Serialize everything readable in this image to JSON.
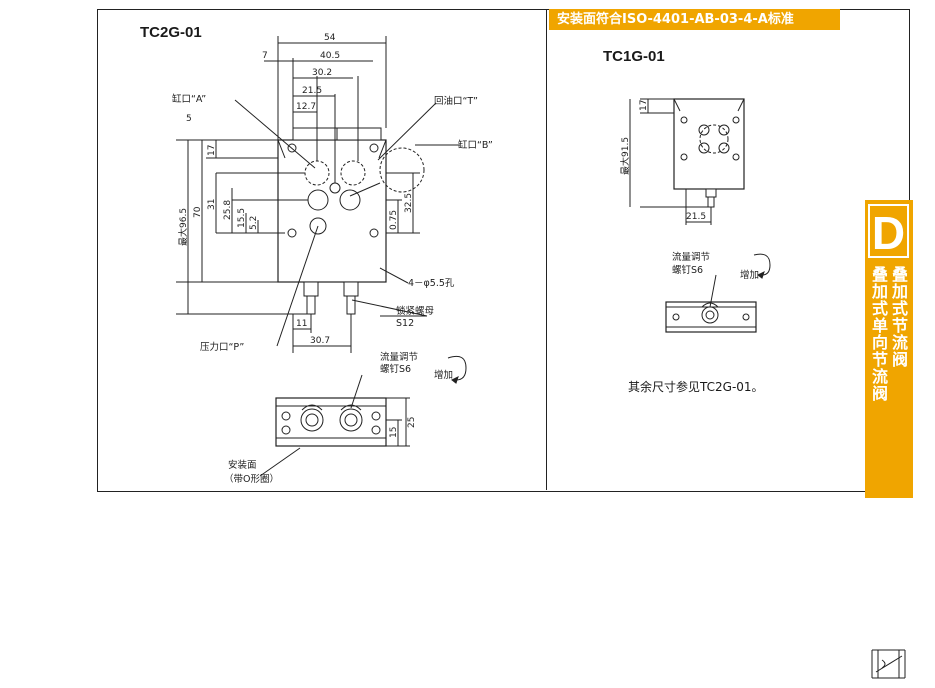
{
  "header": {
    "standard_banner": "安装面符合ISO-4401-AB-03-4-A标准"
  },
  "tc2g": {
    "title": "TC2G-01",
    "dims_top": [
      "54",
      "40.5",
      "30.2",
      "21.5",
      "12.7",
      "7"
    ],
    "dims_left": [
      "5",
      "17",
      "31",
      "25.8",
      "15.5",
      "5.2",
      "70",
      "最大96.5"
    ],
    "dims_right": [
      "32.5",
      "0.75"
    ],
    "dims_bottom": [
      "11",
      "30.7"
    ],
    "dims_view2": [
      "15",
      "25"
    ],
    "labels": {
      "port_a": "缸口“A”",
      "port_t": "回油口“T”",
      "port_b": "缸口“B”",
      "holes": "4－φ5.5孔",
      "lock_nut": "锁紧螺母",
      "lock_nut_size": "S12",
      "pressure_port": "压力口“P”",
      "adj_screw_1": "流量调节",
      "adj_screw_2": "螺钉S6",
      "increase": "增加",
      "mount_face_1": "安装面",
      "mount_face_2": "（带O形圈）"
    }
  },
  "tc1g": {
    "title": "TC1G-01",
    "dims": [
      "17",
      "最大91.5",
      "21.5"
    ],
    "labels": {
      "adj_screw_1": "流量调节",
      "adj_screw_2": "螺钉S6",
      "increase": "增加"
    },
    "note": "其余尺寸参见TC2G-01。"
  },
  "side_tab": {
    "letter": "D",
    "col1": "叠加式节流阀",
    "col2": "叠加式单向节流阀",
    "symbol_icon": "throttle-valve-symbol-icon"
  },
  "colors": {
    "accent": "#f0a500",
    "line": "#222222"
  }
}
